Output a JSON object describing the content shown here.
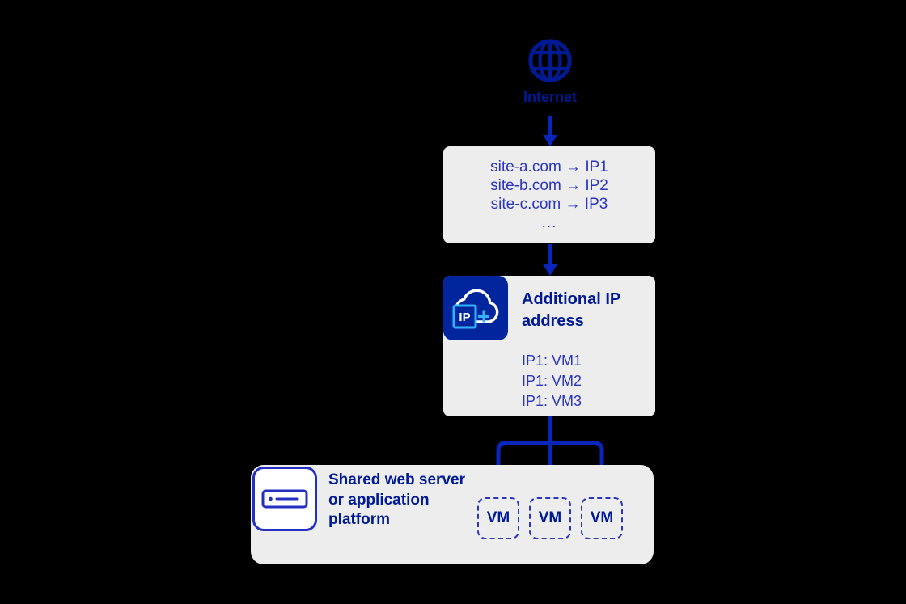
{
  "colors": {
    "background": "#000000",
    "box_gray": "#ededed",
    "navy": "#001a94",
    "text_blue": "#2b36bd",
    "arrow_blue": "#0a26ba",
    "icon_bg": "#00259c",
    "cyan": "#33b1ff",
    "white": "#ffffff",
    "icon_stroke": "#2430c0"
  },
  "internet": {
    "label": "Internet"
  },
  "dns_box": {
    "mappings": [
      "site-a.com → IP1",
      "site-b.com → IP2",
      "site-c.com → IP3"
    ],
    "ellipsis": "..."
  },
  "additional_ip_box": {
    "title_lines": [
      "Additional IP",
      "address"
    ],
    "icon": {
      "name": "ip-plus-cloud-icon",
      "label": "IP",
      "plus": "+"
    },
    "assignments": [
      "IP1: VM1",
      "IP1: VM2",
      "IP1: VM3"
    ]
  },
  "platform_box": {
    "title_lines": [
      "Shared web server",
      "or application",
      "platform"
    ],
    "icon": {
      "name": "server-icon"
    },
    "vms": [
      "VM",
      "VM",
      "VM"
    ]
  }
}
